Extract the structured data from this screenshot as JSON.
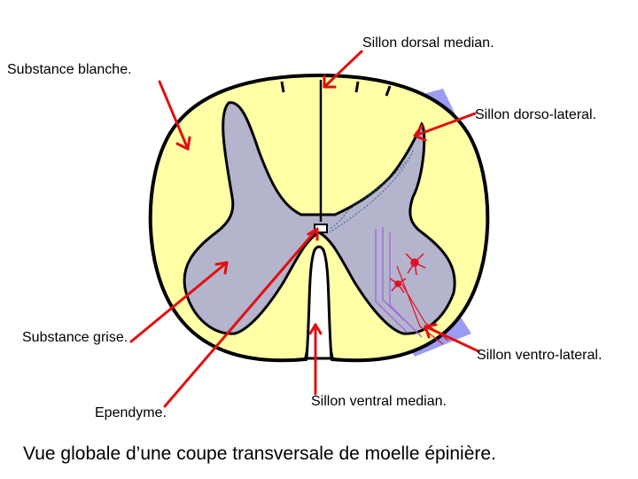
{
  "labels": {
    "sillon_dorsal_median": "Sillon dorsal median.",
    "substance_blanche": "Substance blanche.",
    "sillon_dorso_lateral": "Sillon dorso-lateral.",
    "substance_grise": "Substance grise.",
    "sillon_ventro_lateral": "Sillon ventro-lateral.",
    "ependyme": "Ependyme.",
    "sillon_ventral_median": "Sillon ventral median."
  },
  "caption": "Vue globale d’une coupe transversale de moelle épinière.",
  "colors": {
    "white_matter": "#FFFFA6",
    "grey_matter": "#B4B4CC",
    "roots": "#9C9CF2",
    "outline": "#000000",
    "arrow": "#E01010",
    "neuron": "#E0102A",
    "fibers": "#A070E0"
  }
}
